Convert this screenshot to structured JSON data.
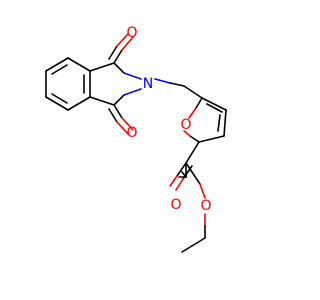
{
  "molecule": {
    "atom_labels": {
      "n_imide": "N",
      "o_carbonyl_top": "O",
      "o_carbonyl_bottom": "O",
      "o_furan": "O",
      "o_ester_carbonyl": "O",
      "o_ester": "O"
    },
    "colors": {
      "bond": "#000000",
      "nitrogen": "#0000ff",
      "oxygen": "#ff0000",
      "background": "#ffffff"
    }
  }
}
